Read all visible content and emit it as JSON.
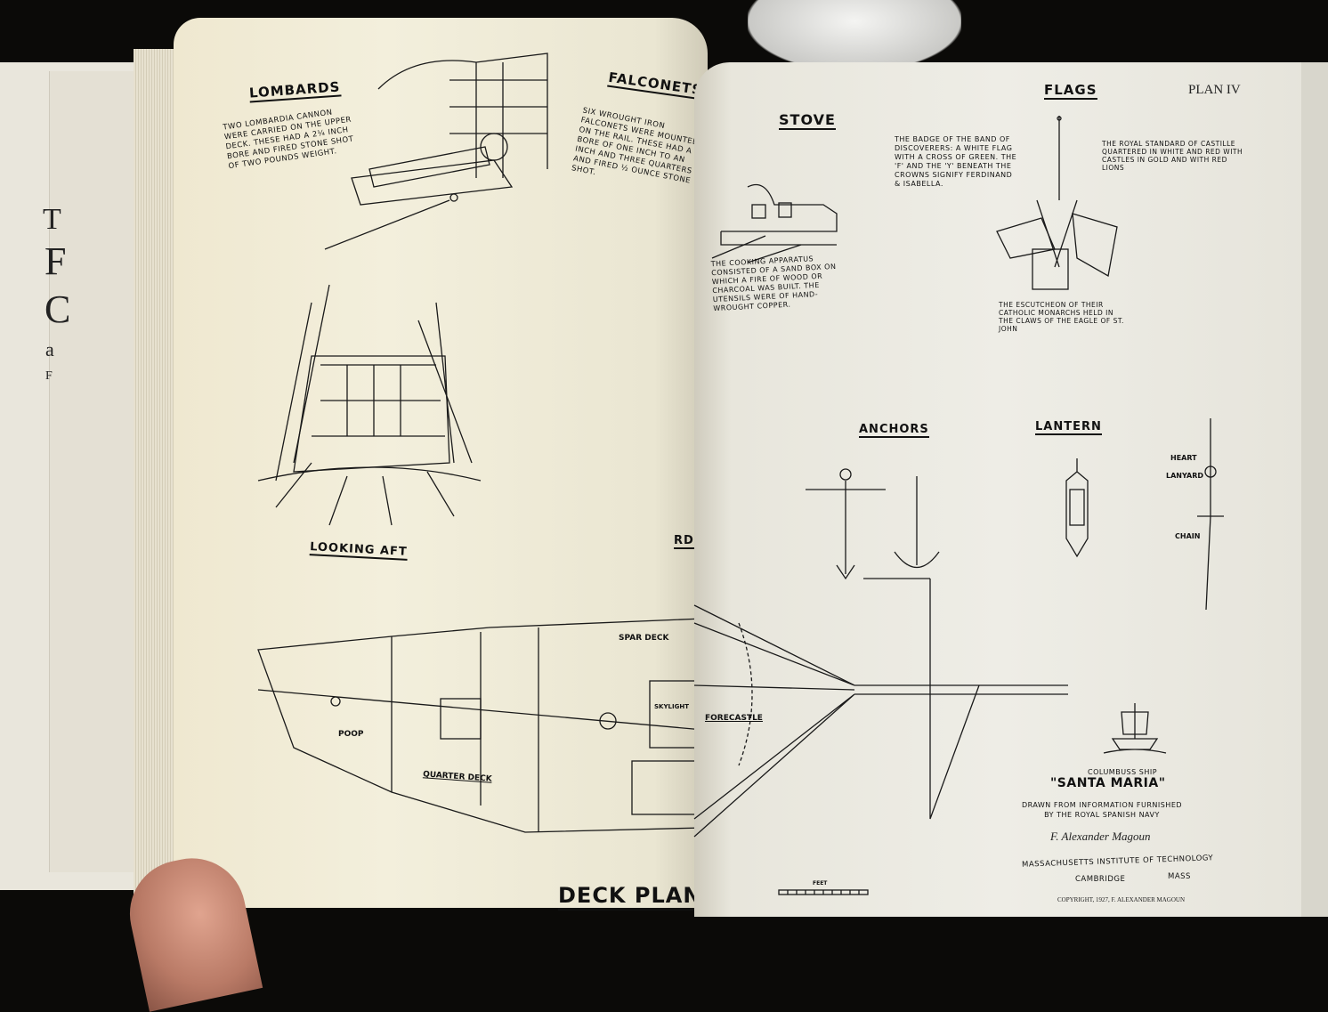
{
  "cover": {
    "fragments": [
      "T",
      "F",
      "C",
      "a",
      "F"
    ]
  },
  "left_page": {
    "lombards": {
      "title": "LOMBARDS",
      "text": "Two Lombardia cannon were carried on the upper deck. These had a 2¼ inch bore and fired stone shot of two pounds weight."
    },
    "falconets": {
      "title": "FALCONETS",
      "text": "Six wrought iron falconets were mounted on the rail. These had a bore of one inch to an inch and three quarters and fired ½ ounce stone shot."
    },
    "looking_aft": "LOOKING AFT",
    "partial_label": "RD",
    "deck_labels": {
      "spar_deck": "SPAR DECK",
      "poop": "POOP",
      "quarter_deck": "QUARTER DECK",
      "skylight": "SKYLIGHT"
    },
    "deck_plan": "DECK PLAN"
  },
  "right_page": {
    "plan_number": "PLAN IV",
    "stove": {
      "title": "STOVE",
      "text": "The cooking apparatus consisted of a sand box on which a fire of wood or charcoal was built. The utensils were of hand-wrought copper."
    },
    "flags": {
      "title": "FLAGS",
      "badge_text": "The badge of the band of discoverers: a white flag with a cross of green. The 'F' and the 'Y' beneath the crowns signify Ferdinand & Isabella.",
      "royal_text": "The royal standard of Castille quartered in white and red with castles in gold and with red lions",
      "escutcheon_text": "The escutcheon of their Catholic monarchs held in the claws of the eagle of St. John"
    },
    "anchors": {
      "title": "ANCHORS"
    },
    "lantern": {
      "title": "LANTERN",
      "labels": [
        "HEART",
        "LANYARD",
        "CHAIN"
      ]
    },
    "forecastle": "FORECASTLE",
    "scale_label": "FEET",
    "title_block": {
      "line1": "COLUMBUSS SHIP",
      "ship_name": "\"SANTA MARIA\"",
      "line2": "Drawn From Information Furnished",
      "line3": "By The Royal Spanish Navy",
      "signature": "F. Alexander Magoun",
      "institute": "MASSACHUSETTS INSTITUTE OF TECHNOLOGY",
      "city": "CAMBRIDGE",
      "state": "MASS",
      "copyright": "COPYRIGHT, 1927, F. ALEXANDER MAGOUN"
    }
  }
}
